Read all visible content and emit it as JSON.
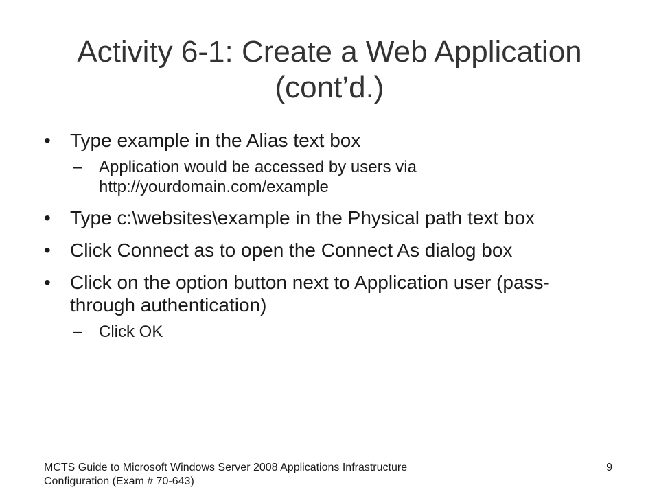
{
  "slide": {
    "title": "Activity 6-1: Create a Web Application (cont’d.)",
    "bullets": [
      {
        "text": "Type example in the Alias text box",
        "subs": [
          "Application would be accessed by users via http://yourdomain.com/example"
        ]
      },
      {
        "text": "Type c:\\websites\\example in the Physical path text box",
        "subs": []
      },
      {
        "text": "Click Connect as to open the Connect As dialog box",
        "subs": []
      },
      {
        "text": "Click on the option button next to Application user (pass-through authentication)",
        "subs": [
          "Click OK"
        ]
      }
    ]
  },
  "footer": {
    "text": "MCTS Guide to Microsoft Windows Server 2008 Applications Infrastructure Configuration (Exam # 70-643)",
    "page_number": "9"
  }
}
